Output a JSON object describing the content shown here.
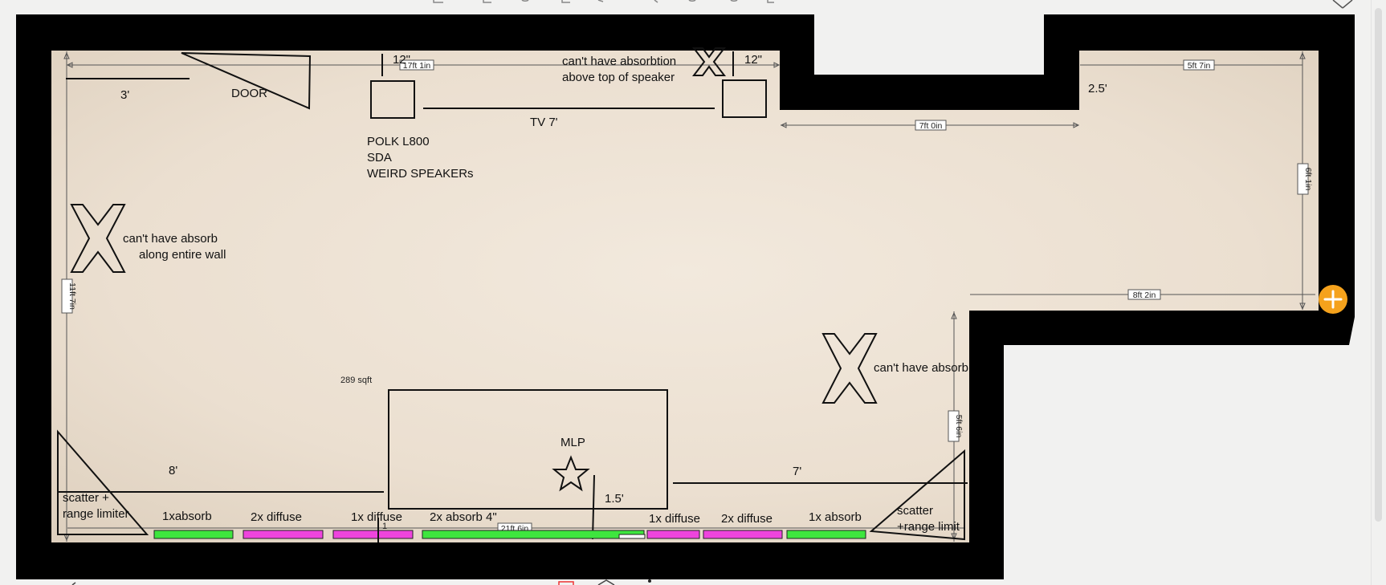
{
  "plan": {
    "area": "289 sqft",
    "dimensions": {
      "top_length": "17ft 1in",
      "left_height": "11ft 7in",
      "bottom_length": "21ft 6in",
      "notch_width": "7ft 0in",
      "alcove_width": "5ft 7in",
      "alcove_depth": "6ft 1in",
      "bump_width": "8ft 2in",
      "bump_depth": "5ft 6in"
    },
    "labels": {
      "door_width": "3'",
      "door": "DOOR",
      "speaker_gap_left": "12\"",
      "speaker_gap_right": "12\"",
      "no_absorb_top_1": "can't have absorbtion",
      "no_absorb_top_2": "above top of speaker",
      "tv": "TV 7'",
      "speakers_1": "POLK L800",
      "speakers_2": "SDA",
      "speakers_3": "WEIRD SPEAKERs",
      "alcove_offset": "2.5'",
      "no_absorb_left_1": "can't have absorb",
      "no_absorb_left_2": "along entire wall",
      "no_absorb_right": "can't have absorb",
      "left_distance": "8'",
      "right_distance": "7'",
      "mlp": "MLP",
      "mlp_offset": "1.5'",
      "scatter_left_1": "scatter +",
      "scatter_left_2": "range limiter",
      "scatter_right_1": "scatter",
      "scatter_right_2": "+range limit",
      "panel_1": "1xabsorb",
      "panel_2": "2x diffuse",
      "panel_3": "1x diffuse",
      "panel_4": "2x absorb 4\"",
      "panel_5": "1x diffuse",
      "panel_6": "2x diffuse",
      "panel_7": "1x absorb",
      "panel_mark": "1"
    }
  },
  "colors": {
    "absorb": "#3ee63e",
    "diffuse": "#ee44dd",
    "wall": "#000000",
    "floor": "#e8dccd",
    "add_button": "#f5a21c"
  },
  "icons": {
    "add": "plus-icon",
    "close": "close-icon"
  }
}
